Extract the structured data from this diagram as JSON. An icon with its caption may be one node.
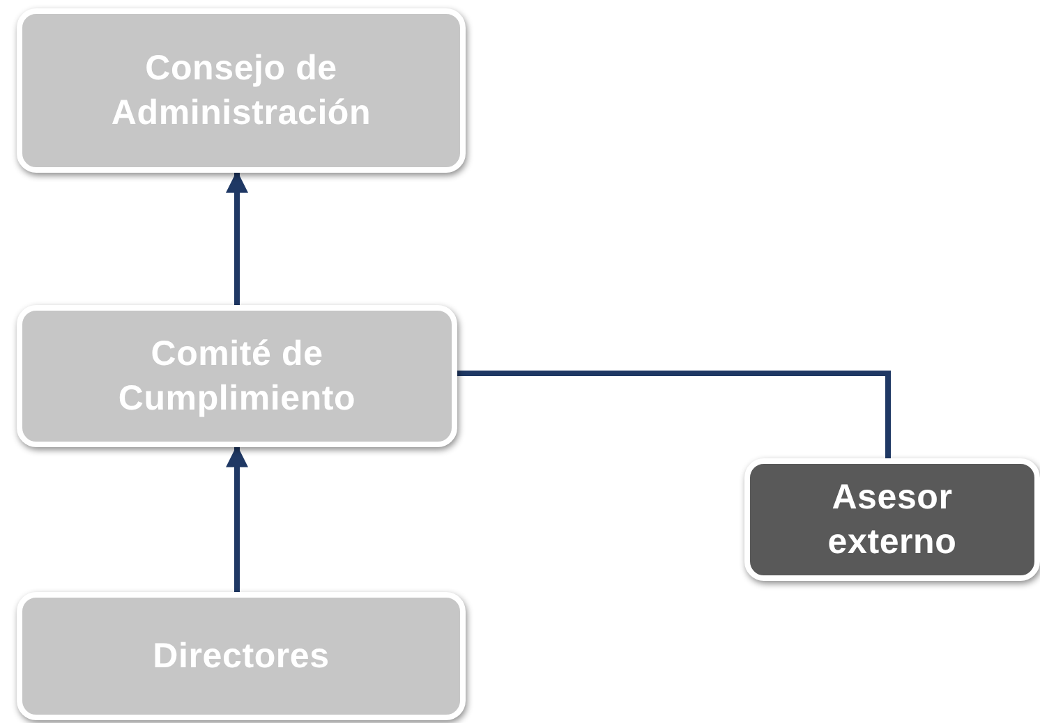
{
  "diagram": {
    "nodes": [
      {
        "text": [
          "Consejo de Administración"
        ]
      },
      {
        "text": [
          "Comité de Cumplimiento"
        ]
      },
      {
        "text": [
          "Asesor externo"
        ]
      },
      {
        "text": [
          "Directores"
        ]
      }
    ],
    "edges": [
      {
        "from": 1,
        "to": 0,
        "arrow": "to"
      },
      {
        "from": 3,
        "to": 1,
        "arrow": "to"
      },
      {
        "from": 1,
        "to": 2,
        "arrow": "none"
      }
    ]
  }
}
